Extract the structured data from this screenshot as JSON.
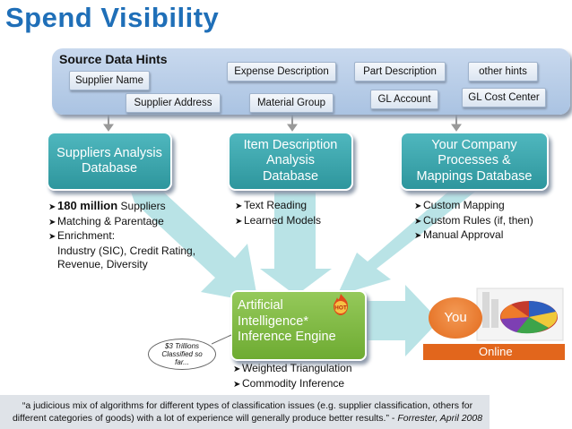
{
  "title": "Spend Visibility",
  "source_hints": {
    "title": "Source Data Hints",
    "chips": [
      "Supplier Name",
      "Expense Description",
      "Part Description",
      "other hints",
      "Supplier Address",
      "Material Group",
      "GL Account",
      "GL Cost Center"
    ]
  },
  "databases": [
    {
      "lines": [
        "Suppliers Analysis",
        "Database"
      ]
    },
    {
      "lines": [
        "Item Description",
        "Analysis",
        "Database"
      ]
    },
    {
      "lines": [
        "Your Company",
        "Processes &",
        "Mappings Database"
      ]
    }
  ],
  "supplier_bullets": {
    "first_bold": "180 million",
    "first_rest": " Suppliers",
    "items": [
      "Matching & Parentage",
      "Enrichment:"
    ],
    "enrichment_lines": [
      "Industry (SIC), Credit Rating,",
      "Revenue, Diversity"
    ]
  },
  "item_bullets": [
    "Text Reading",
    "Learned Models"
  ],
  "company_bullets": [
    "Custom Mapping",
    "Custom Rules (if, then)",
    "Manual Approval"
  ],
  "ai": {
    "lines": [
      "Artificial",
      "Intelligence*",
      "Inference Engine"
    ],
    "badge": "HOT",
    "bullets": [
      "Weighted Triangulation",
      "Commodity Inference"
    ]
  },
  "callout": "$3 Trillions Classified so far...",
  "you_label": "You",
  "online_label": "Online",
  "quote": {
    "text": "“a judicious mix of algorithms for different types of classification issues (e.g. supplier classification, others for different categories of goods) with a lot of experience will generally produce better results.” - ",
    "attribution": "Forrester, April 2008"
  },
  "colors": {
    "title": "#1f6fb8",
    "teal_box": "#3aa3aa",
    "arrow": "#a9dde0",
    "ai_box": "#7cb842",
    "orange": "#e2661c"
  }
}
